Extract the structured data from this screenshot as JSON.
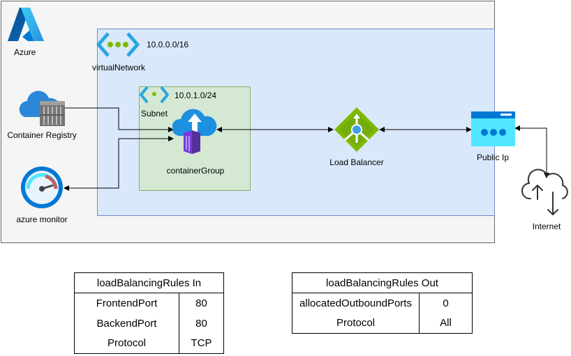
{
  "azure": {
    "label": "Azure"
  },
  "vnet": {
    "cidr": "10.0.0.0/16",
    "label": "virtualNetwork"
  },
  "subnet": {
    "cidr": "10.0.1.0/24",
    "label": "Subnet"
  },
  "nodes": {
    "container_registry": "Container Registry",
    "azure_monitor": "azure monitor",
    "container_group": "containerGroup",
    "load_balancer": "Load Balancer",
    "public_ip": "Public Ip",
    "internet": "Internet"
  },
  "rules_in": {
    "title": "loadBalancingRules In",
    "rows": [
      {
        "key": "FrontendPort",
        "value": "80"
      },
      {
        "key": "BackendPort",
        "value": "80"
      },
      {
        "key": "Protocol",
        "value": "TCP"
      }
    ]
  },
  "rules_out": {
    "title": "loadBalancingRules Out",
    "rows": [
      {
        "key": "allocatedOutboundPorts",
        "value": "0"
      },
      {
        "key": "Protocol",
        "value": "All"
      }
    ]
  },
  "colors": {
    "azure_blue": "#0078d4",
    "vnet_fill": "#dae8fc",
    "subnet_fill": "#d5e8d4",
    "lb_green": "#7fba00",
    "public_ip_blue": "#50e6ff"
  }
}
